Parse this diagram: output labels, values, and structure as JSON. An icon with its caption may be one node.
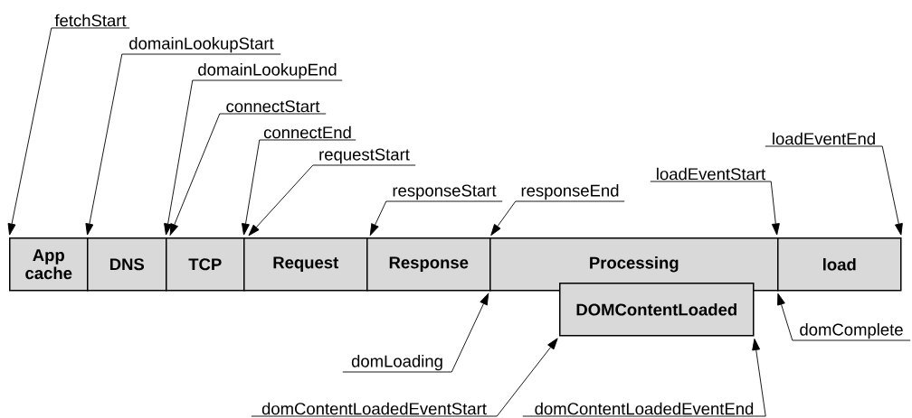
{
  "diagram": {
    "nodes": [
      {
        "text": [
          "App cache"
        ]
      },
      {
        "text": [
          "DNS"
        ]
      },
      {
        "text": [
          "TCP"
        ]
      },
      {
        "text": [
          "Request"
        ]
      },
      {
        "text": [
          "Response"
        ]
      },
      {
        "text": [
          "Processing"
        ]
      },
      {
        "text": [
          "load"
        ]
      },
      {
        "text": [
          "DOMContentLoaded"
        ]
      },
      {
        "text": [
          "fetchStart"
        ]
      },
      {
        "text": [
          "domainLookupStart"
        ]
      },
      {
        "text": [
          "domainLookupEnd"
        ]
      },
      {
        "text": [
          "connectStart"
        ]
      },
      {
        "text": [
          "connectEnd"
        ]
      },
      {
        "text": [
          "loadEventEnd"
        ]
      },
      {
        "text": [
          "requestStart"
        ]
      },
      {
        "text": [
          "loadEventStart"
        ]
      },
      {
        "text": [
          "responseStart"
        ]
      },
      {
        "text": [
          "responseEnd"
        ]
      },
      {
        "text": [
          "domComplete"
        ]
      },
      {
        "text": [
          "domLoading"
        ]
      },
      {
        "text": [
          "domContentLoadedEventStart"
        ]
      },
      {
        "text": [
          "domContentLoadedEventEnd"
        ]
      }
    ],
    "edges": [
      {
        "from": 8,
        "to": 0,
        "arrow": "to"
      },
      {
        "from": 9,
        "to": 1,
        "arrow": "to"
      },
      {
        "from": 10,
        "to": 2,
        "arrow": "to"
      },
      {
        "from": 11,
        "to": 2,
        "arrow": "to"
      },
      {
        "from": 12,
        "to": 3,
        "arrow": "to"
      },
      {
        "from": 13,
        "to": 6,
        "arrow": "to"
      },
      {
        "from": 14,
        "to": 3,
        "arrow": "to"
      },
      {
        "from": 15,
        "to": 6,
        "arrow": "to"
      },
      {
        "from": 16,
        "to": 4,
        "arrow": "to"
      },
      {
        "from": 17,
        "to": 5,
        "arrow": "to"
      },
      {
        "from": 18,
        "to": 6,
        "arrow": "to"
      },
      {
        "from": 19,
        "to": 5,
        "arrow": "to"
      },
      {
        "from": 20,
        "to": 7,
        "arrow": "to"
      },
      {
        "from": 21,
        "to": 7,
        "arrow": "to"
      }
    ]
  }
}
